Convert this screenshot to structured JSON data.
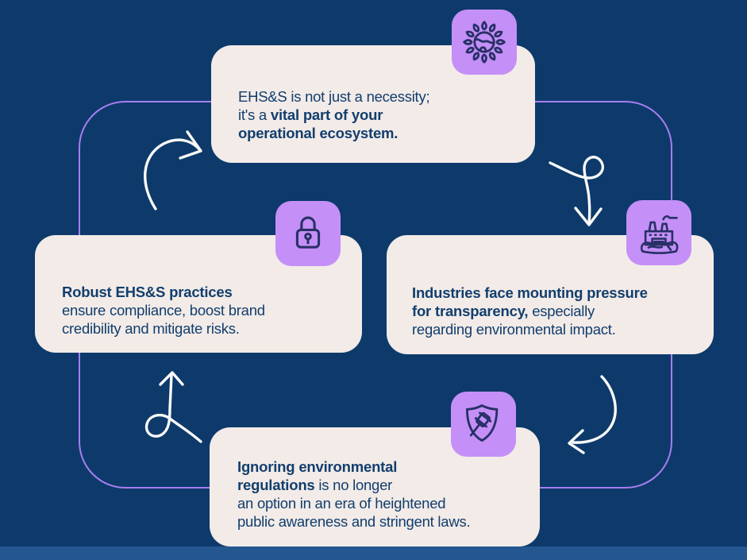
{
  "colors": {
    "background": "#0d3a6b",
    "footer_bar": "#245690",
    "card_background": "#f2ebe8",
    "badge_purple": "#c48ff7",
    "cycle_outline_purple": "#a87df0",
    "arrow_white": "#fafafa",
    "text_navy": "#123e6d",
    "icon_stroke_navy": "#283067"
  },
  "cards": {
    "top": {
      "icon": "eco-globe-icon",
      "line1": "EHS&S is not just a necessity;",
      "line2_normal": "it's a ",
      "line2_bold": "vital part of your",
      "line3_bold": "operational ecosystem."
    },
    "left": {
      "icon": "padlock-icon",
      "line1_bold": "Robust EHS&S practices",
      "line2": "ensure compliance, boost brand",
      "line3": "credibility and mitigate risks."
    },
    "right": {
      "icon": "factory-icon",
      "line1_bold": "Industries face mounting pressure",
      "line2_bold": "for transparency,",
      "line2_normal": " especially",
      "line3": "regarding environmental impact."
    },
    "bottom": {
      "icon": "shield-gavel-icon",
      "line1_bold": "Ignoring environmental",
      "line2_bold": "regulations",
      "line2_normal": " is no longer",
      "line3": "an option in an era of heightened",
      "line4": "public awareness and stringent laws."
    }
  }
}
